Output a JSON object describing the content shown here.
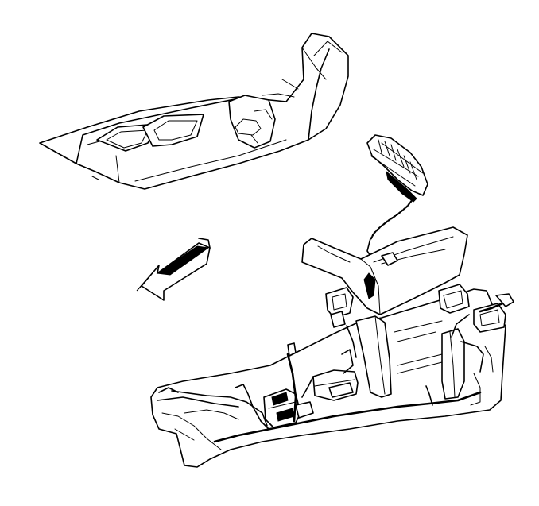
{
  "diagram": {
    "parts": [
      {
        "id": "console-trim-cover",
        "icon": "console-trim-panel"
      },
      {
        "id": "shift-boot",
        "icon": "shift-boot-assembly"
      },
      {
        "id": "console-base",
        "icon": "floor-console-base"
      },
      {
        "id": "wiring-harness",
        "icon": "console-wiring-harness"
      },
      {
        "id": "direction-arrow",
        "icon": "front-of-vehicle-arrow"
      }
    ],
    "colors": {
      "line": "#000000",
      "background": "#ffffff",
      "fill": "#ffffff"
    }
  }
}
